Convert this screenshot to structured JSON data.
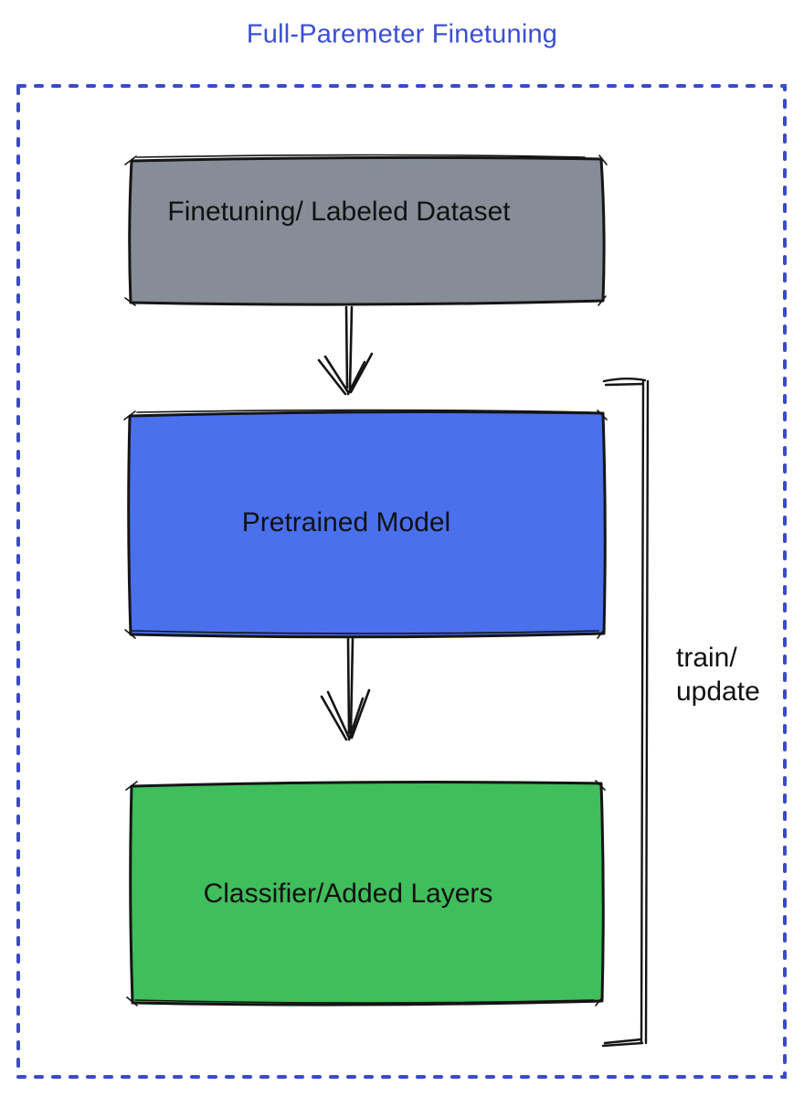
{
  "title": "Full-Paremeter Finetuning",
  "colors": {
    "title_blue": "#3B4ED6",
    "dashed_border_blue": "#3A4AC8",
    "stroke_black": "#151515",
    "dataset_gray": "#868D97",
    "model_blue": "#4A70EE",
    "classifier_green": "#3FBE5B"
  },
  "nodes": [
    {
      "id": "dataset",
      "label": "Finetuning/ Labeled Dataset",
      "fill": "#868D97"
    },
    {
      "id": "pretrained",
      "label": "Pretrained Model",
      "fill": "#4A70EE"
    },
    {
      "id": "classifier",
      "label": "Classifier/Added Layers",
      "fill": "#3FBE5B"
    }
  ],
  "edges": [
    {
      "from": "dataset",
      "to": "pretrained",
      "type": "arrow-down"
    },
    {
      "from": "pretrained",
      "to": "classifier",
      "type": "arrow-down"
    }
  ],
  "annotation": {
    "label_line1": "train/",
    "label_line2": "update",
    "applies_to": "pretrained and classifier (right-side bracket)"
  }
}
